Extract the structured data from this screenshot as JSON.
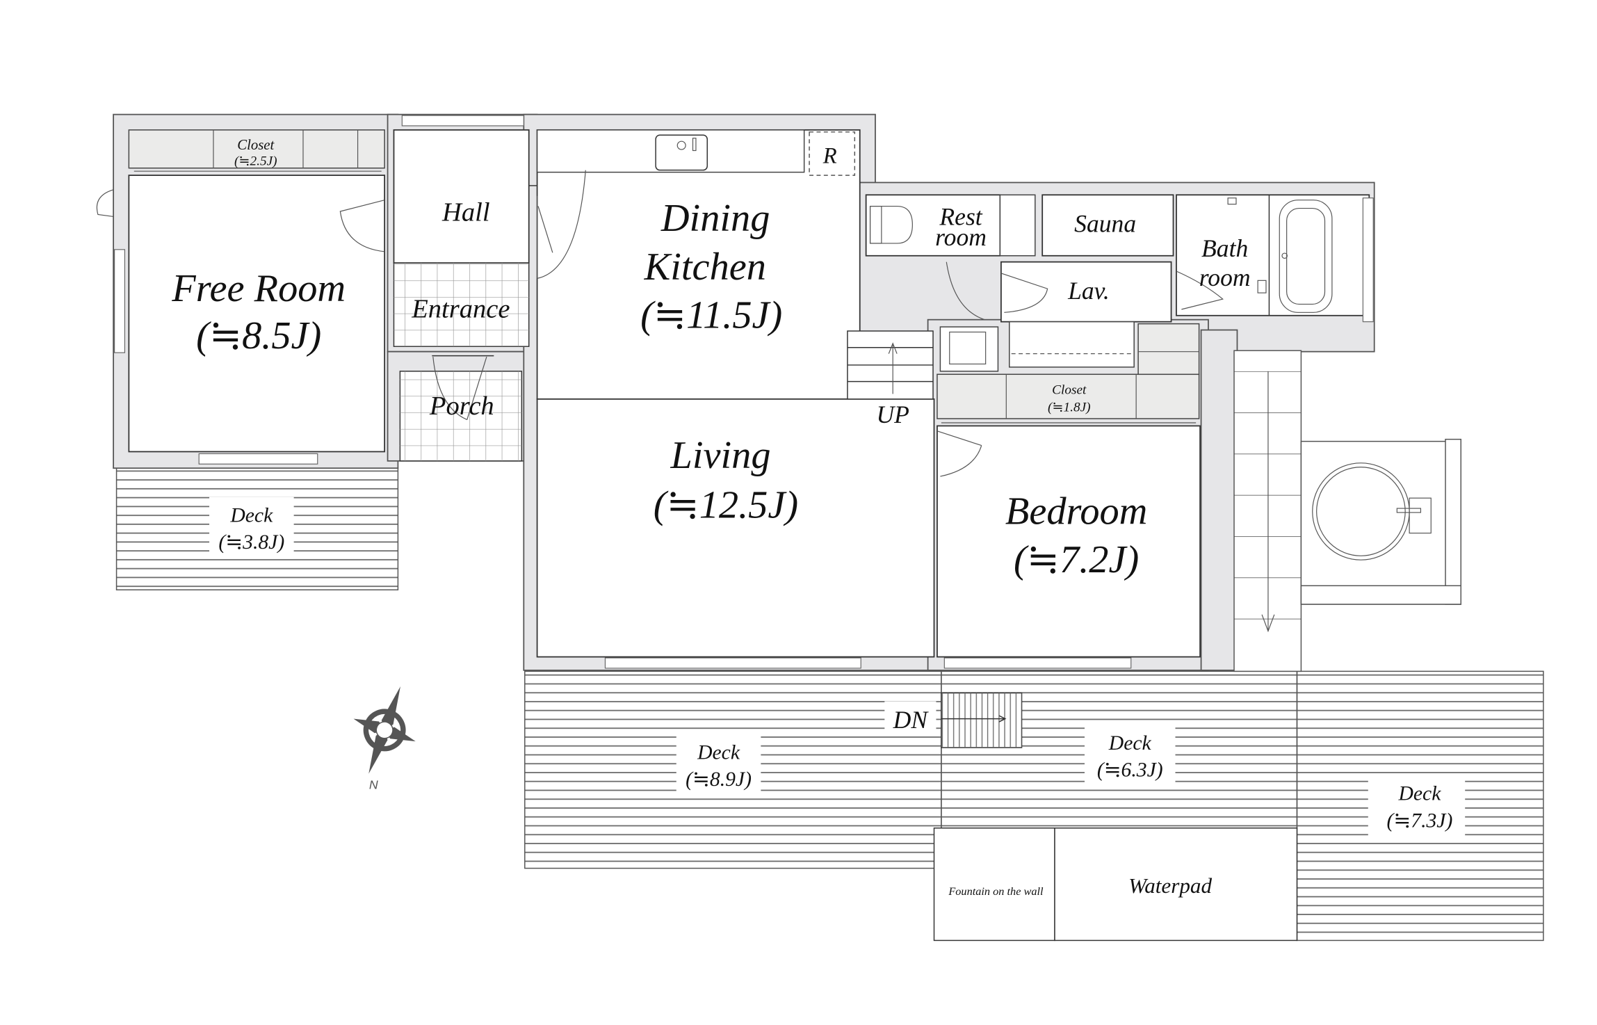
{
  "floorplan": {
    "rooms": {
      "free_room": {
        "name": "Free Room",
        "area": "(≒8.5J)"
      },
      "closet_left": {
        "name": "Closet",
        "area": "(≒2.5J)"
      },
      "hall": {
        "name": "Hall"
      },
      "entrance": {
        "name": "Entrance"
      },
      "porch": {
        "name": "Porch"
      },
      "dining_kitchen": {
        "name_line1": "Dining",
        "name_line2": "Kitchen",
        "area": "(≒11.5J)"
      },
      "refrigerator": {
        "name": "R"
      },
      "restroom": {
        "name_line1": "Rest",
        "name_line2": "room"
      },
      "sauna": {
        "name": "Sauna"
      },
      "bathroom": {
        "name_line1": "Bath",
        "name_line2": "room"
      },
      "lavatory": {
        "name": "Lav."
      },
      "closet_right": {
        "name": "Closet",
        "area": "(≒1.8J)"
      },
      "living": {
        "name": "Living",
        "area": "(≒12.5J)"
      },
      "bedroom": {
        "name": "Bedroom",
        "area": "(≒7.2J)"
      }
    },
    "stairs": {
      "up": "UP",
      "down": "DN"
    },
    "decks": [
      {
        "name": "Deck",
        "area": "(≒3.8J)"
      },
      {
        "name": "Deck",
        "area": "(≒8.9J)"
      },
      {
        "name": "Deck",
        "area": "(≒6.3J)"
      },
      {
        "name": "Deck",
        "area": "(≒7.3J)"
      }
    ],
    "outdoor": {
      "fountain": "Fountain on the wall",
      "waterpad": "Waterpad"
    },
    "compass": {
      "north_label": "N"
    },
    "colors": {
      "wall": "#e6e6e8",
      "closet": "#ebebea",
      "line": "#333333",
      "deck_line": "#666666"
    }
  }
}
